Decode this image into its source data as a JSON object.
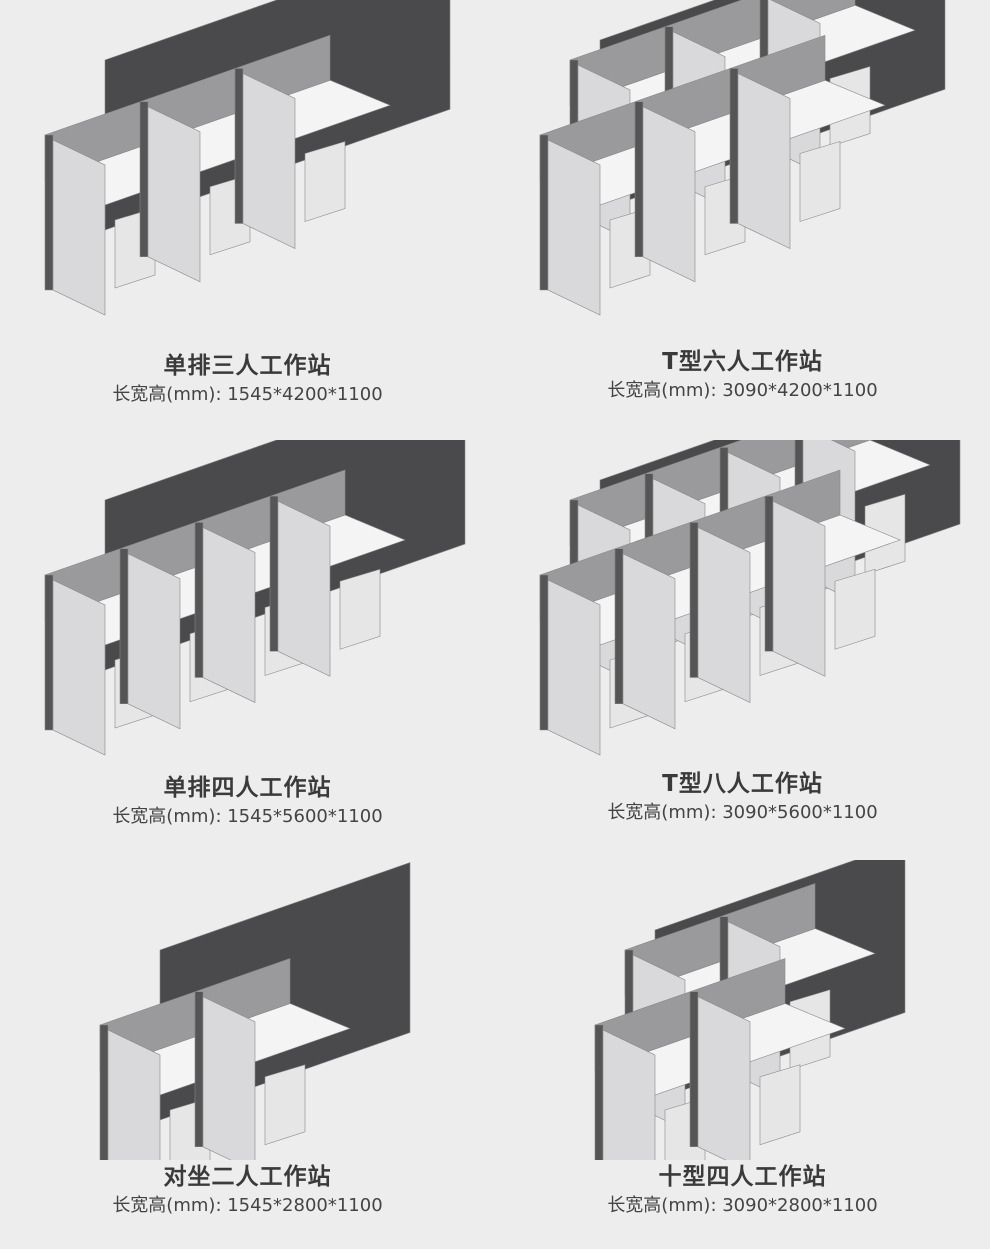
{
  "products": [
    {
      "name": "单排三人工作站",
      "spec_label": "长宽高(mm)",
      "spec_value": "1545*4200*1100",
      "layout": "single-row",
      "seats": 3
    },
    {
      "name": "T型六人工作站",
      "spec_label": "长宽高(mm)",
      "spec_value": "3090*4200*1100",
      "layout": "t-shape",
      "seats": 6
    },
    {
      "name": "单排四人工作站",
      "spec_label": "长宽高(mm)",
      "spec_value": "1545*5600*1100",
      "layout": "single-row",
      "seats": 4
    },
    {
      "name": "T型八人工作站",
      "spec_label": "长宽高(mm)",
      "spec_value": "3090*5600*1100",
      "layout": "t-shape",
      "seats": 8
    },
    {
      "name": "对坐二人工作站",
      "spec_label": "长宽高(mm)",
      "spec_value": "1545*2800*1100",
      "layout": "single-row",
      "seats": 2
    },
    {
      "name": "十型四人工作站",
      "spec_label": "长宽高(mm)",
      "spec_value": "3090*2800*1100",
      "layout": "t-shape",
      "seats": 4
    }
  ],
  "colors": {
    "background": "#ededed",
    "cabinet": "#4a4a4c",
    "panel": "#d9d9db",
    "desk": "#f4f4f4"
  }
}
